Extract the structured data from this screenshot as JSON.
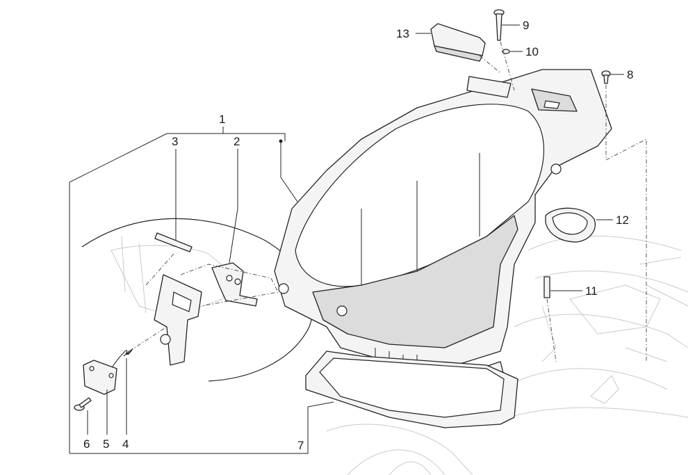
{
  "callouts": {
    "c1": "1",
    "c2": "2",
    "c3": "3",
    "c4": "4",
    "c5": "5",
    "c6": "6",
    "c7": "7",
    "c8": "8",
    "c9": "9",
    "c10": "10",
    "c11": "11",
    "c12": "12",
    "c13": "13"
  },
  "colors": {
    "line": "#222222",
    "ghost": "#c9c9c9",
    "background": "#ffffff"
  }
}
